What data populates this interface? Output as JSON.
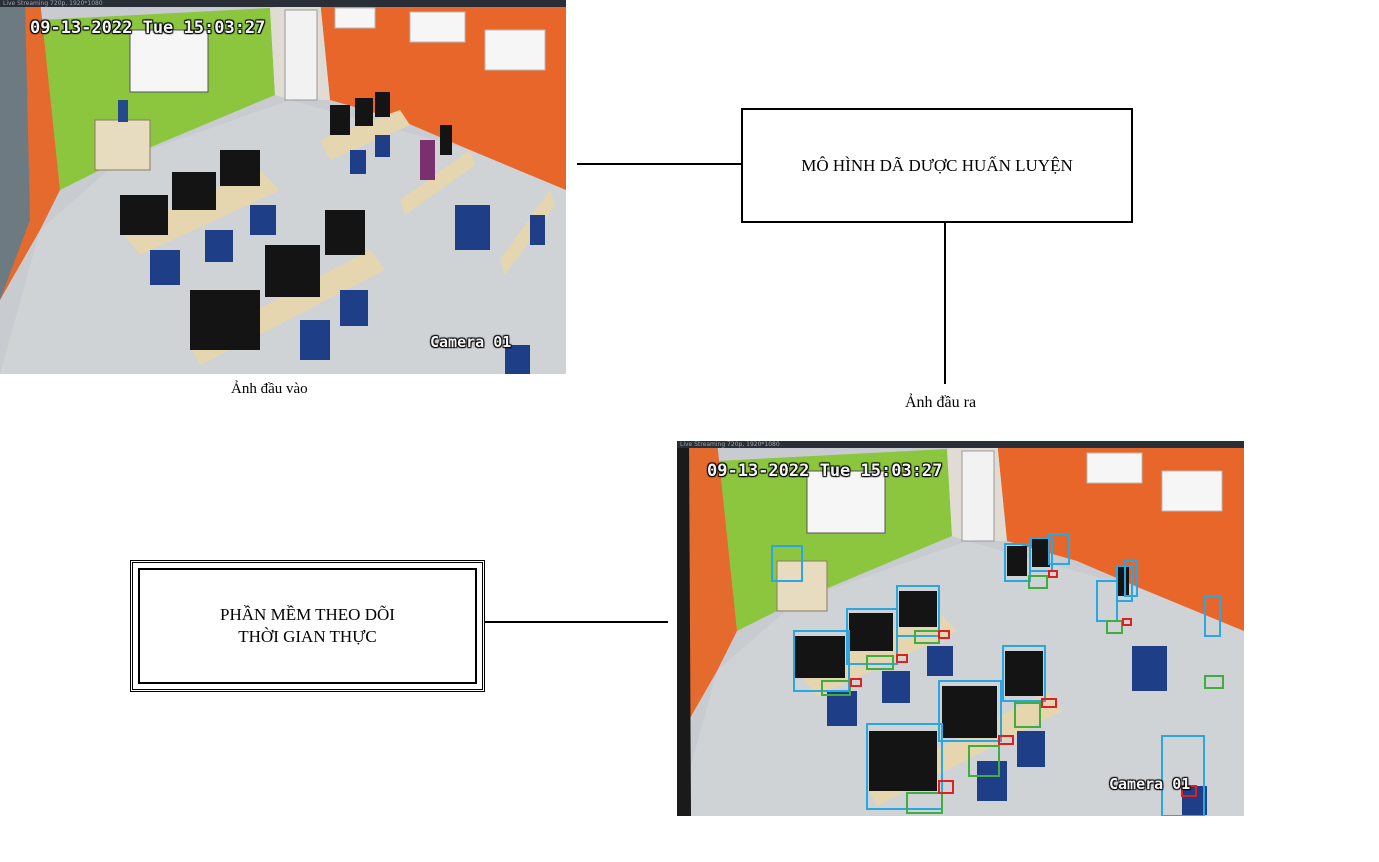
{
  "diagram": {
    "input_image": {
      "caption": "Ảnh đầu vào",
      "osd_datetime": "09-13-2022 Tue 15:03:27",
      "osd_camera": "Camera 01",
      "titlebar": "Live Streaming 720p, 1920*1080"
    },
    "model_box": {
      "label": "MÔ HÌNH DÃ DƯỢC HUẤN LUYỆN"
    },
    "output_image": {
      "caption": "Ảnh đầu ra",
      "osd_datetime": "09-13-2022 Tue 15:03:27",
      "osd_camera": "Camera 01",
      "titlebar": "Live Streaming 720p, 1920*1080"
    },
    "software_box": {
      "line1": "PHẦN MỀM THEO DÕI",
      "line2": "THỜI GIAN THỰC"
    }
  },
  "colors": {
    "detection_monitor": "#2aa7e0",
    "detection_keyboard": "#3fae3f",
    "detection_mouse": "#e02020",
    "wall_green": "#8cc63f",
    "wall_orange": "#e8662a"
  }
}
